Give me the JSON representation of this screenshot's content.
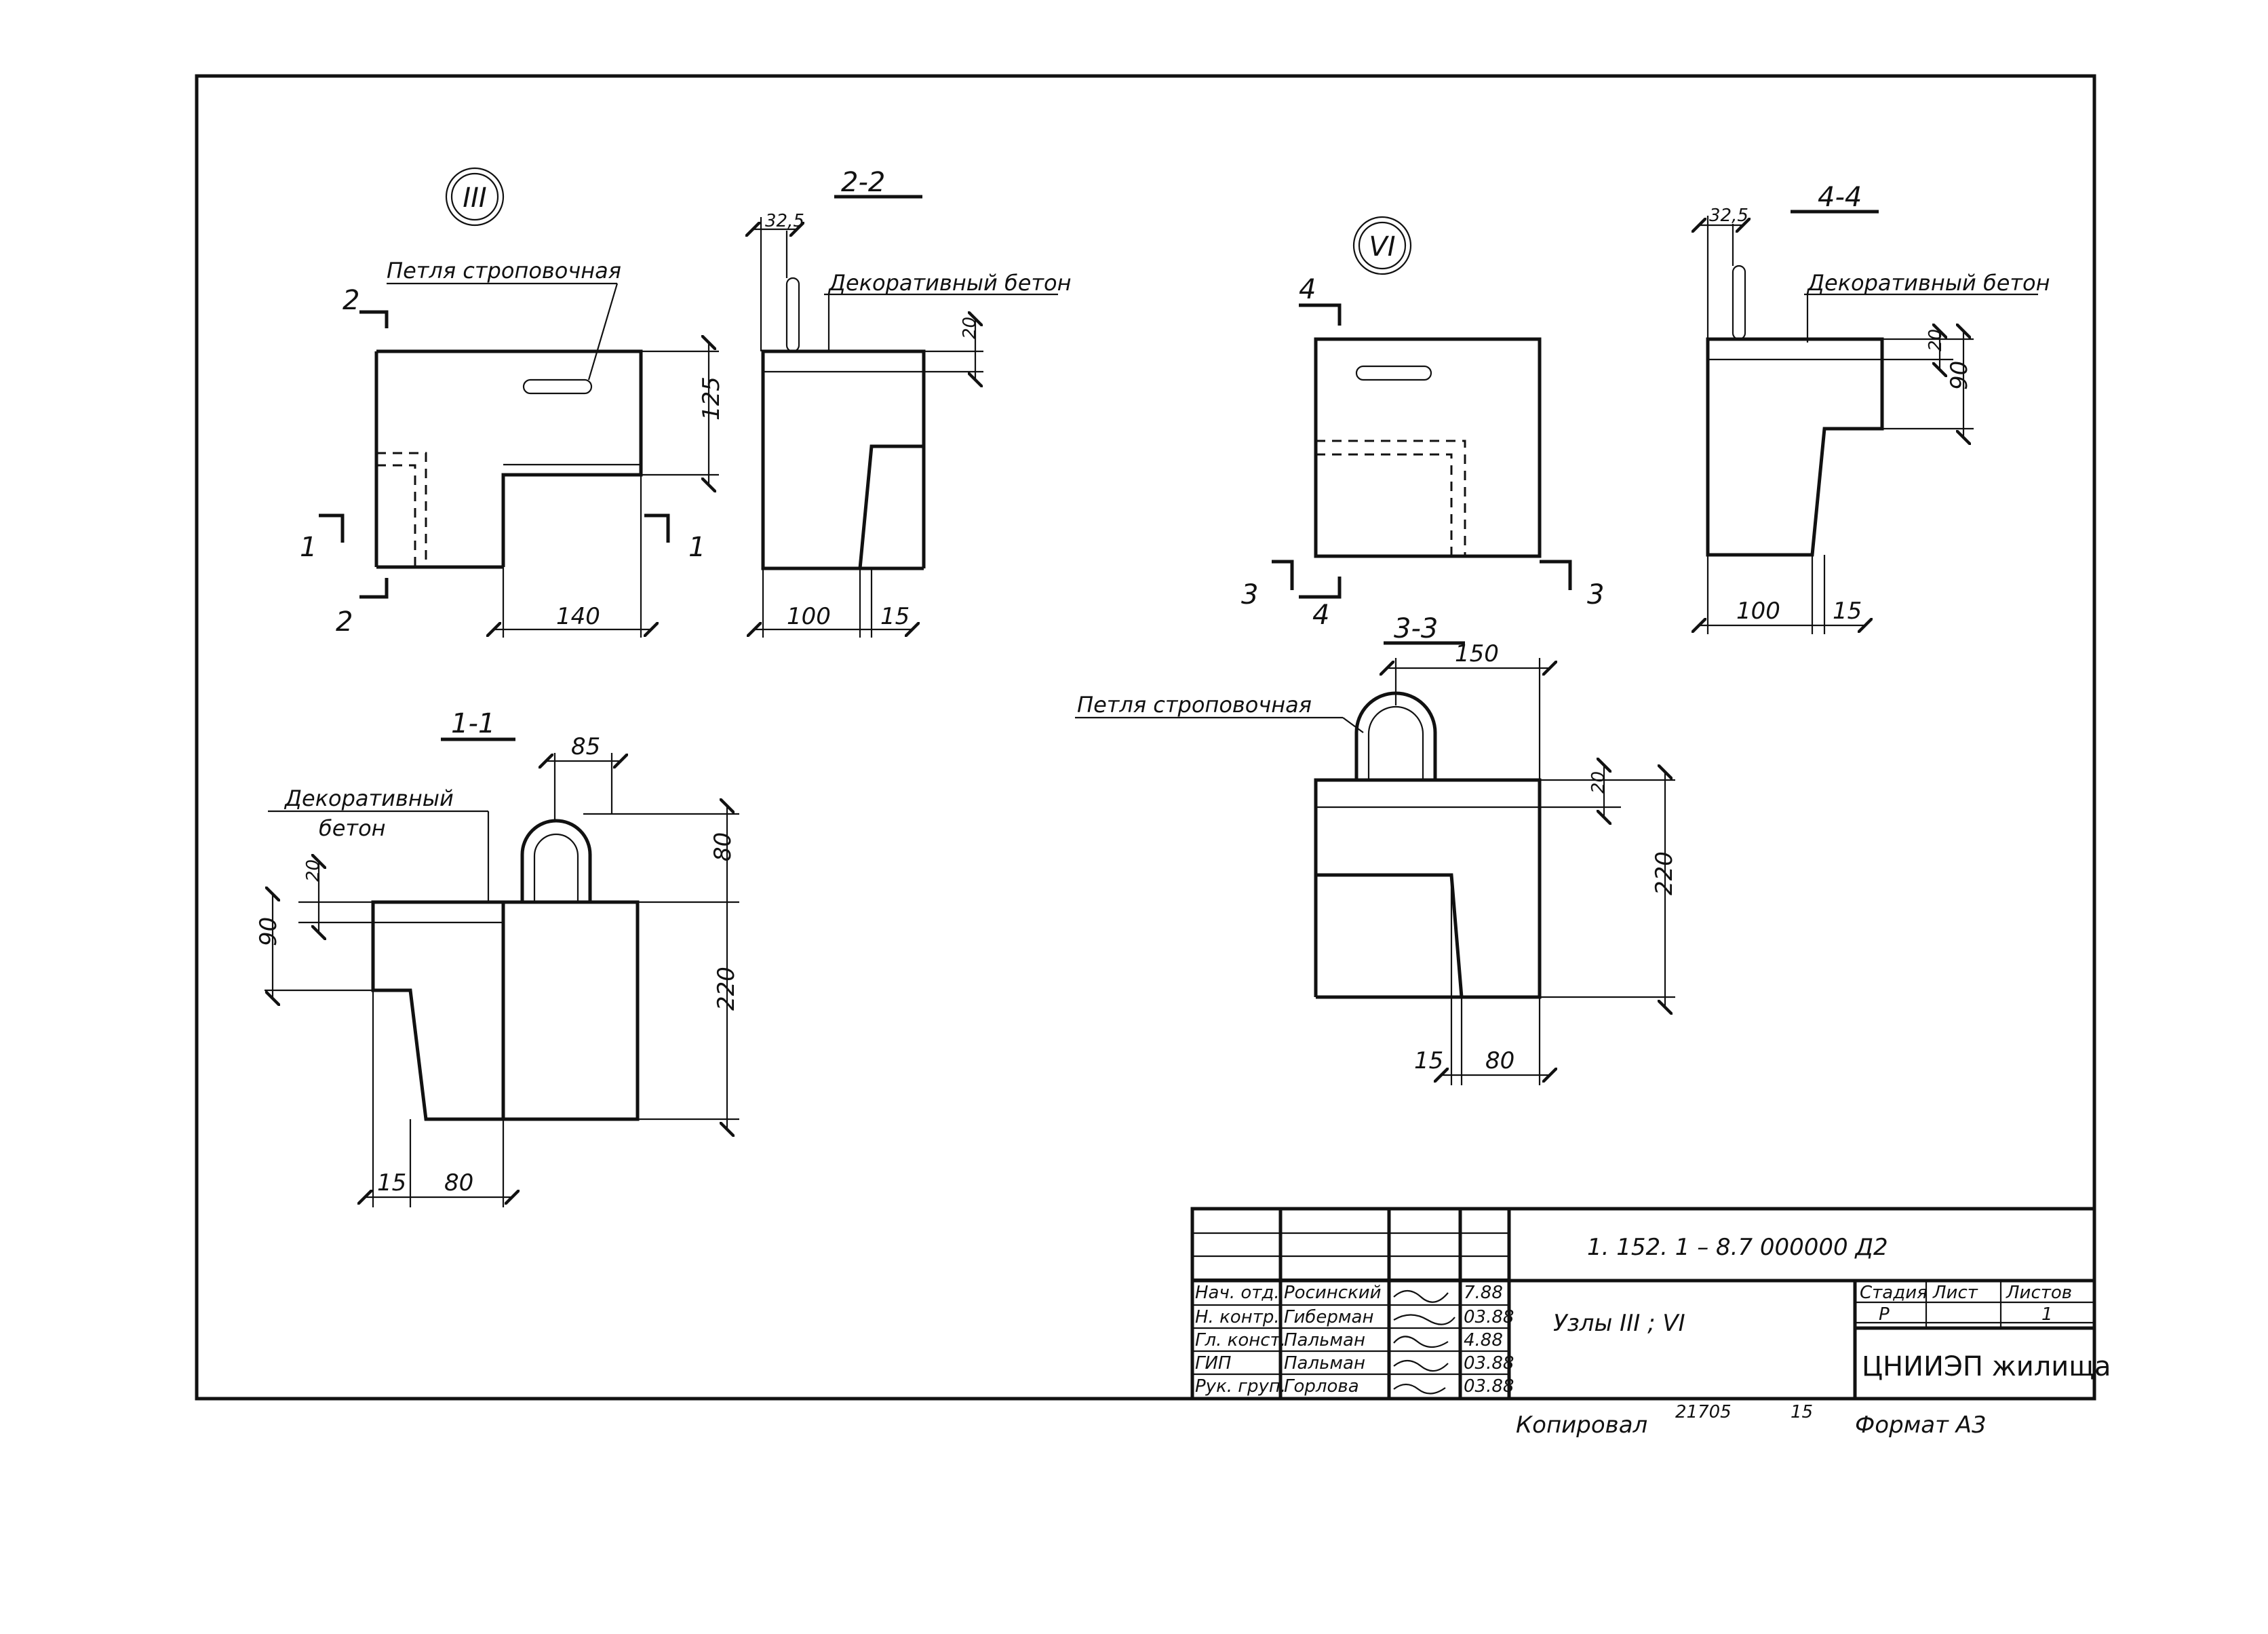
{
  "nodes": {
    "node_III": {
      "marker": "III",
      "loop_label": "Петля строповочная",
      "section_marks": {
        "cut2": "2",
        "cut1": "1"
      },
      "dims": {
        "height": "125",
        "width": "140"
      }
    },
    "section_2_2": {
      "title": "2-2",
      "label": "Декоративный бетон",
      "dims": {
        "top": "32,5",
        "layer": "20",
        "width": "100",
        "offset": "15"
      }
    },
    "section_1_1": {
      "title": "1-1",
      "label": "Декоративный бетон",
      "dims": {
        "loop_width": "85",
        "loop_height": "80",
        "layer": "20",
        "step": "90",
        "height": "220",
        "offset": "15",
        "width": "80"
      }
    },
    "node_VI": {
      "marker": "VI",
      "section_marks": {
        "cut4": "4",
        "cut3": "3"
      }
    },
    "section_4_4": {
      "title": "4-4",
      "label": "Декоративный бетон",
      "dims": {
        "top": "32,5",
        "layer": "20",
        "step": "90",
        "width": "100",
        "offset": "15"
      }
    },
    "section_3_3": {
      "title": "3-3",
      "label": "Петля строповочная",
      "dims": {
        "loop_width": "150",
        "layer": "20",
        "height": "220",
        "offset": "15",
        "width": "80"
      }
    }
  },
  "title_block": {
    "document_code": "1. 152. 1 – 8.7  000000 Д2",
    "sheet_title": "Узлы  III ; VI",
    "organization": "ЦНИИЭП жилища",
    "columns": {
      "stage": "Стадия",
      "sheet": "Лист",
      "sheets": "Листов"
    },
    "values": {
      "stage": "Р",
      "sheet": "",
      "sheets": "1"
    },
    "signatories": [
      {
        "role": "Нач. отд.",
        "name": "Росинский",
        "date": "7.88"
      },
      {
        "role": "Н. контр.",
        "name": "Гиберман",
        "date": "03.88"
      },
      {
        "role": "Гл. конст.",
        "name": "Пальман",
        "date": "4.88"
      },
      {
        "role": "ГИП",
        "name": "Пальман",
        "date": "03.88"
      },
      {
        "role": "Рук. груп.",
        "name": "Горлова",
        "date": "03.88"
      }
    ],
    "copied_by": "Копировал",
    "copy_number": "21705",
    "copy_sheet": "15",
    "format": "Формат А3"
  }
}
